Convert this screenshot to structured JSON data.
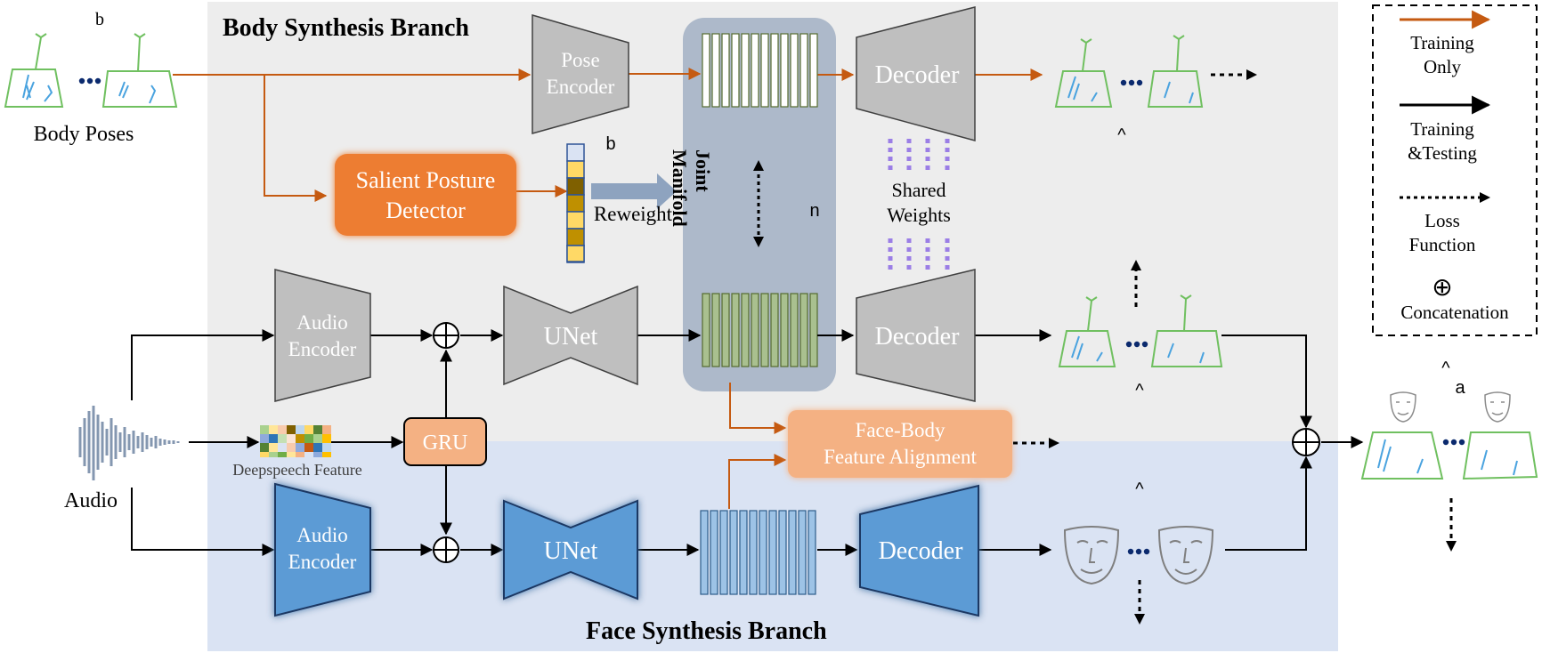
{
  "branches": {
    "body_title": "Body Synthesis Branch",
    "face_title": "Face Synthesis Branch"
  },
  "inputs": {
    "body_poses": "Body Poses",
    "audio": "Audio",
    "deepspeech": "Deepspeech Feature",
    "mark_b_top": "b",
    "mark_b_mid": "b"
  },
  "blocks": {
    "pose_encoder": [
      "Pose",
      "Encoder"
    ],
    "salient_detector": [
      "Salient Posture",
      "Detector"
    ],
    "reweight": "Reweight",
    "joint_manifold": [
      "Joint",
      "Manifold"
    ],
    "manifold_mark": "n",
    "shared_weights": [
      "Shared",
      "Weights"
    ],
    "decoder": "Decoder",
    "audio_encoder": [
      "Audio",
      "Encoder"
    ],
    "unet": "UNet",
    "gru": "GRU",
    "face_body_align": [
      "Face-Body",
      "Feature Alignment"
    ],
    "output_mark_a": "a",
    "hat": "^"
  },
  "legend": {
    "training_only": [
      "Training",
      "Only"
    ],
    "training_testing": [
      "Training",
      "&Testing"
    ],
    "loss_function": [
      "Loss",
      "Function"
    ],
    "concat_symbol": "⊕",
    "concatenation": "Concatenation"
  },
  "colors": {
    "orange_arrow": "#c55a11",
    "detector_fill": "#ed7d31",
    "align_fill": "#f4b183",
    "grey_block": "#bfbfbf",
    "blue_block": "#5b9bd5",
    "body_bg": "#ededed",
    "face_bg": "#dae3f3",
    "manifold_bg": "#adb9ca",
    "skeleton": "#70c060"
  }
}
